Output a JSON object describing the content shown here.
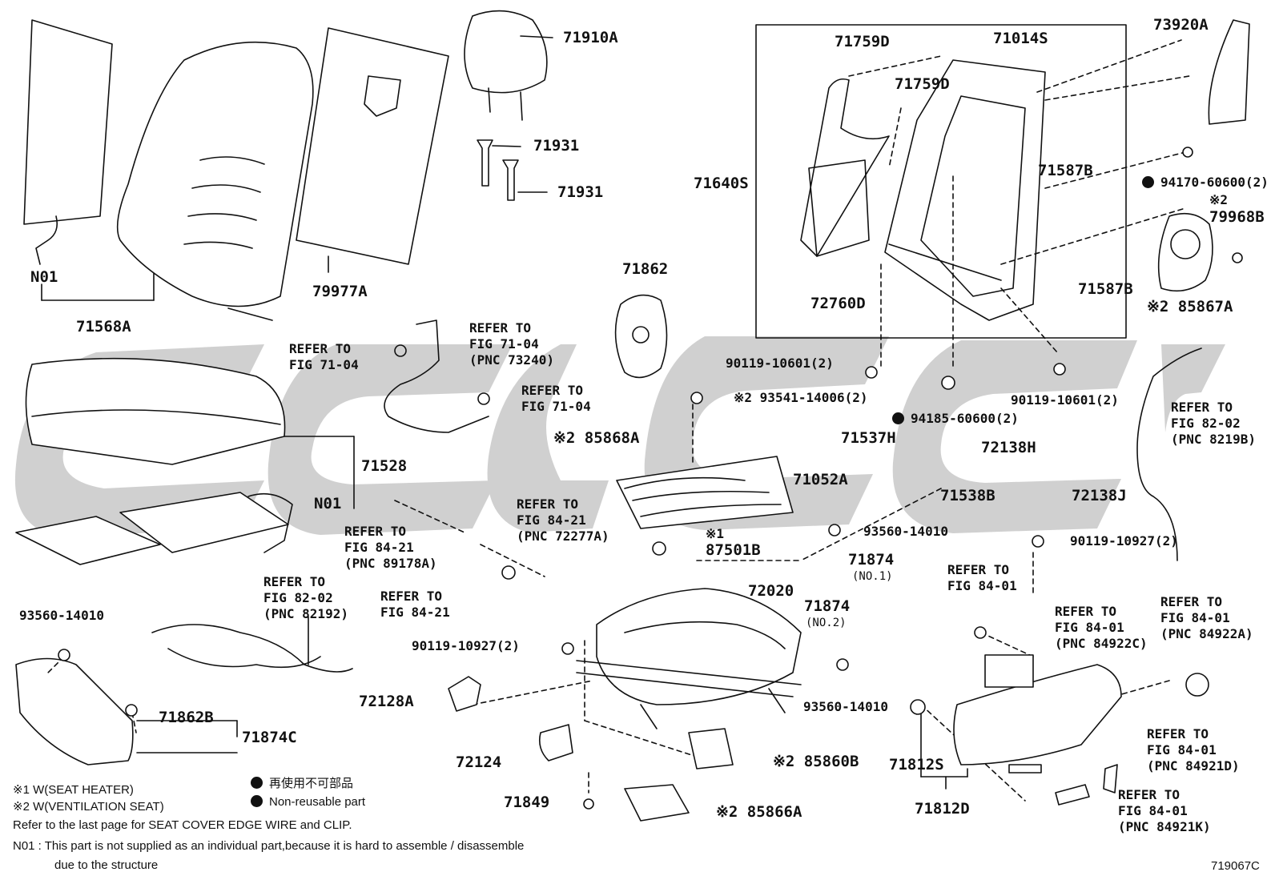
{
  "diagram_code": "719067C",
  "parts": {
    "p71568A": "71568A",
    "p71568A_n01": "N01",
    "p79977A": "79977A",
    "p71910A": "71910A",
    "p71931a": "71931",
    "p71931b": "71931",
    "p71862": "71862",
    "p71759D_a": "71759D",
    "p71759D_b": "71759D",
    "p71014S": "71014S",
    "p71640S": "71640S",
    "p72760D": "72760D",
    "p71587B_a": "71587B",
    "p71587B_b": "71587B",
    "p73920A": "73920A",
    "p94170": "94170-60600(2)",
    "p79968B": "79968B",
    "p79968B_mark": "※2",
    "p85867A": "※2 85867A",
    "p90119_10601_a": "90119-10601(2)",
    "p90119_10601_b": "90119-10601(2)",
    "p94185": "94185-60600(2)",
    "p93541": "※2 93541-14006(2)",
    "p85868A": "※2 85868A",
    "p71537H": "71537H",
    "p72138H": "72138H",
    "p71052A": "71052A",
    "p71538B": "71538B",
    "p72138J": "72138J",
    "p93560_14010_a": "93560-14010",
    "p90119_10927_a": "90119-10927(2)",
    "p87501B": "87501B",
    "p87501B_mark": "※1",
    "p71874_1": "71874",
    "p71874_1_sub": "(NO.1)",
    "p71874_2": "71874",
    "p71874_2_sub": "(NO.2)",
    "p72020": "72020",
    "p71528": "71528",
    "p71528_n01": "N01",
    "p90119_10927_b": "90119-10927(2)",
    "p72128A": "72128A",
    "p72124": "72124",
    "p71849": "71849",
    "p85860B": "※2 85860B",
    "p85866A": "※2 85866A",
    "p93560_14010_b": "93560-14010",
    "p93560_14010_c": "93560-14010",
    "p71862B": "71862B",
    "p71874C": "71874C",
    "p71812S": "71812S",
    "p71812D": "71812D"
  },
  "refs": {
    "r1": [
      "REFER TO",
      "FIG 71-04"
    ],
    "r2": [
      "REFER TO",
      "FIG 71-04",
      "(PNC 73240)"
    ],
    "r3": [
      "REFER TO",
      "FIG 71-04"
    ],
    "r4": [
      "REFER TO",
      "FIG 84-21",
      "(PNC 72277A)"
    ],
    "r5": [
      "REFER TO",
      "FIG 84-21",
      "(PNC 89178A)"
    ],
    "r6": [
      "REFER TO",
      "FIG 84-21"
    ],
    "r7": [
      "REFER TO",
      "FIG 82-02",
      "(PNC 82192)"
    ],
    "r8": [
      "REFER TO",
      "FIG 82-02",
      "(PNC 8219B)"
    ],
    "r9": [
      "REFER TO",
      "FIG 84-01"
    ],
    "r10": [
      "REFER TO",
      "FIG 84-01",
      "(PNC 84922C)"
    ],
    "r11": [
      "REFER TO",
      "FIG 84-01",
      "(PNC 84922A)"
    ],
    "r12": [
      "REFER TO",
      "FIG 84-01",
      "(PNC 84921D)"
    ],
    "r13": [
      "REFER TO",
      "FIG 84-01",
      "(PNC 84921K)"
    ]
  },
  "notes": {
    "w1": "※1 W(SEAT HEATER)",
    "w2": "※2 W(VENTILATION SEAT)",
    "reuse_jp": "再使用不可部品",
    "reuse_en": "Non-reusable part",
    "edge": "Refer to the last page for SEAT COVER EDGE WIRE and CLIP.",
    "n01_line1": "N01 :  This part is not supplied as an individual part,because it is hard to assemble / disassemble",
    "n01_line2": "due to the structure"
  },
  "colors": {
    "ink": "#111111",
    "watermark": "#c8c8c8"
  }
}
